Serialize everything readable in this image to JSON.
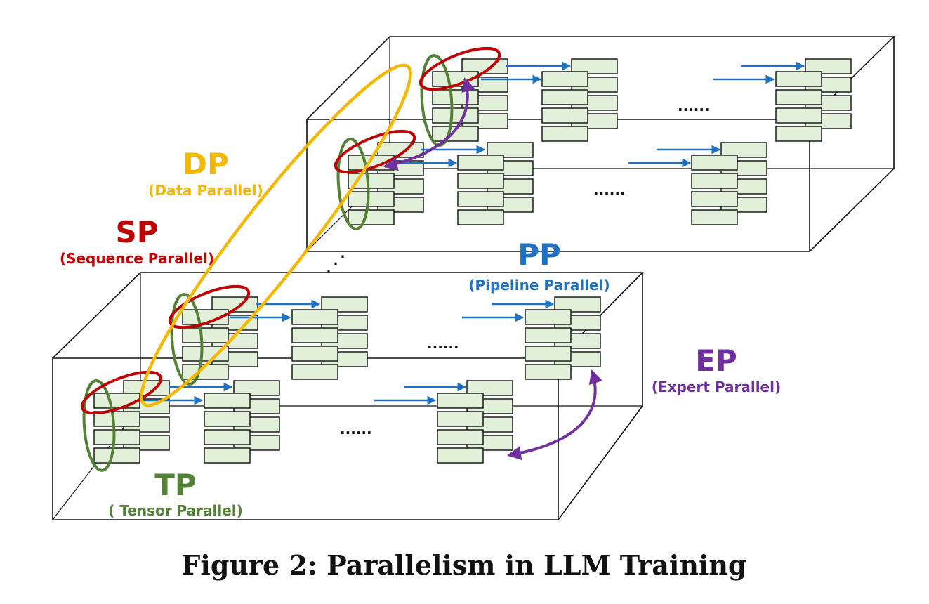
{
  "labels": {
    "dp": "DP",
    "dp_full": "(Data Parallel)",
    "sp": "SP",
    "sp_full": "(Sequence Parallel)",
    "pp": "PP",
    "pp_full": "(Pipeline Parallel)",
    "ep": "EP",
    "ep_full": "(Expert Parallel)",
    "tp": "TP",
    "tp_full": "( Tensor Parallel)",
    "ellipsis": "......",
    "vdots": "⋰"
  },
  "caption": "Figure 2:  Parallelism in LLM Training",
  "colors": {
    "dp": "#F5B800",
    "sp": "#C00000",
    "pp": "#1F73C2",
    "ep": "#7030A0",
    "tp": "#538135",
    "block_fill": "#E2F0D9",
    "block_stroke": "#1a1a1a"
  }
}
